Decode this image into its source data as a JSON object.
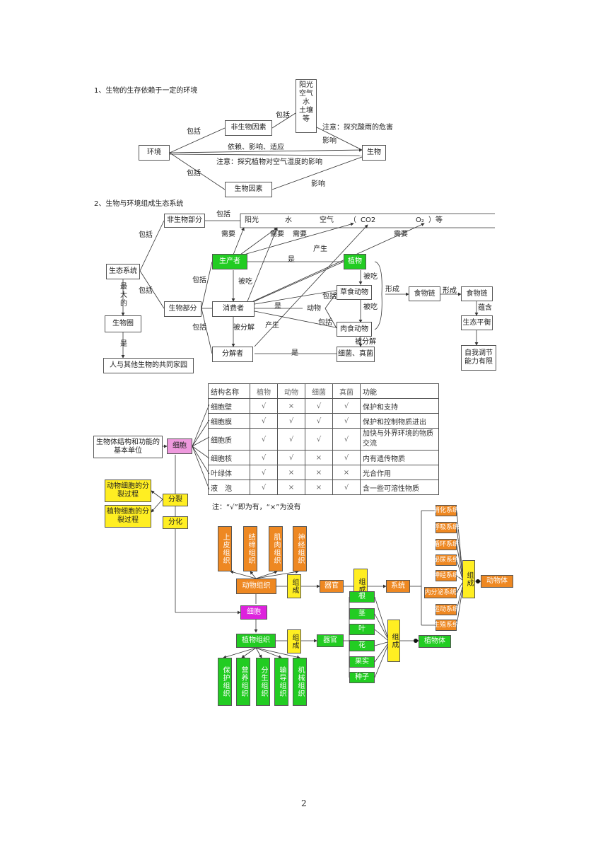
{
  "section1": {
    "heading": "1、生物的生存依赖于一定的环境",
    "env": "环境",
    "abiotic": "非生物因素",
    "biotic": "生物因素",
    "organism": "生物",
    "factors": [
      "阳光",
      "空气",
      "水",
      "土壤",
      "等"
    ],
    "incl1": "包括",
    "incl2": "包括",
    "incl3": "包括",
    "depend": "依赖、影响、适应",
    "note_acid": "注意：探究酸雨的危害",
    "note_plant": "注意：探究植物对空气湿度的影响",
    "effect1": "影响",
    "effect2": "影响"
  },
  "section2": {
    "heading": "2、生物与环境组成生态系统",
    "ecosystem": "生态系统",
    "nonbio_part": "非生物部分",
    "bio_part": "生物部分",
    "biosphere": "生物圈",
    "home": "人与其他生物的共同家园",
    "largest": "最大的",
    "is": "是",
    "incl_a": "包括",
    "incl_b": "包括",
    "incl_c": "包括",
    "incl_d": "包括",
    "incl_e": "包括",
    "incl_f": "包括",
    "producer": "生产者",
    "consumer": "消费者",
    "decomposer": "分解者",
    "plant": "植物",
    "animal": "动物",
    "herbivore": "草食动物",
    "carnivore": "肉食动物",
    "bacteria": "细菌、真菌",
    "food_chain": "食物链",
    "food_web": "食物链",
    "eco_balance": "生态平衡",
    "self_reg": "自我调节能力有限",
    "contain": "蕴含",
    "form1": "形成",
    "form2": "形成",
    "eaten1": "被吃",
    "eaten2": "被吃",
    "eaten3": "被吃",
    "decomposed1": "被分解",
    "decomposed2": "被分解",
    "produce1": "产生",
    "produce2": "产生",
    "is1": "是",
    "is2": "是",
    "is3": "是",
    "need1": "需要",
    "need2": "需要",
    "need3": "需要",
    "need4": "需要",
    "sunlight": "阳光",
    "water": "水",
    "air": "空气",
    "paren_open": "（",
    "co2": "CO2",
    "o2": "O₂",
    "etc": "）等"
  },
  "table": {
    "headers": [
      "结构名称",
      "植物",
      "动物",
      "细菌",
      "真菌",
      "功能"
    ],
    "rows": [
      [
        "细胞壁",
        "√",
        "×",
        "√",
        "√",
        "保护和支持"
      ],
      [
        "细胞膜",
        "√",
        "√",
        "√",
        "√",
        "保护和控制物质进出"
      ],
      [
        "细胞质",
        "√",
        "√",
        "√",
        "√",
        "加快与外界环境的物质交流"
      ],
      [
        "细胞核",
        "√",
        "√",
        "×",
        "√",
        "内有遗传物质"
      ],
      [
        "叶绿体",
        "√",
        "×",
        "×",
        "×",
        "光合作用"
      ],
      [
        "液　泡",
        "√",
        "×",
        "×",
        "√",
        "含一些可溶性物质"
      ]
    ],
    "note": "注：“√”即为有，“×”为没有"
  },
  "section3": {
    "basic_unit": "生物体结构和功能的基本单位",
    "cell": "细胞",
    "animal_div": "动物细胞的分裂过程",
    "plant_div": "植物细胞的分裂过程",
    "division": "分裂",
    "differentiation": "分化",
    "animal_tissues": [
      "上皮组织",
      "结缔组织",
      "肌肉组织",
      "神经组织"
    ],
    "animal_tissue": "动物组织",
    "compose_a": "组成",
    "organ_a": "器官",
    "compose_b": "组成",
    "system": "系统",
    "systems": [
      "消化系统",
      "呼吸系统",
      "循环系统",
      "泌尿系统",
      "神经系统",
      "内分泌系统",
      "运动系统",
      "生殖系统"
    ],
    "compose_c": "组成",
    "animal_body": "动物体",
    "mid": "细胞",
    "plant_tissue": "植物组织",
    "compose_d": "组成",
    "organ_b": "器官",
    "plant_organs": [
      "根",
      "茎",
      "叶",
      "花",
      "果实",
      "种子"
    ],
    "compose_e": "组成",
    "plant_body": "植物体",
    "plant_tissues": [
      "保护组织",
      "营养组织",
      "分生组织",
      "输导组织",
      "机械组织"
    ]
  },
  "page_number": "2"
}
